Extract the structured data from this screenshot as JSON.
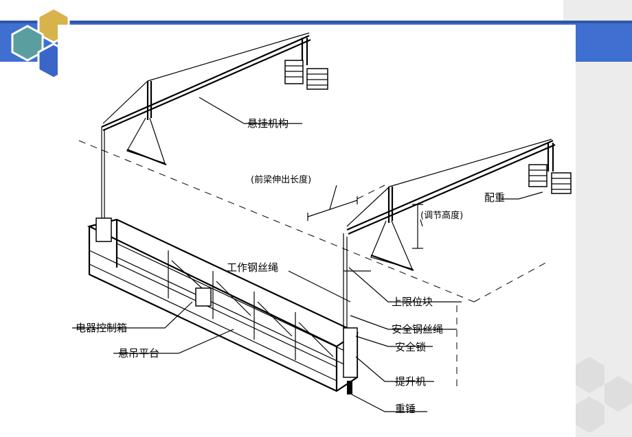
{
  "labels": {
    "suspension_mechanism": "悬挂机构",
    "front_beam_extension": "(前梁伸出长度)",
    "counterweight": "配重",
    "adjust_height": "(调节高度)",
    "working_wire_rope": "工作钢丝绳",
    "upper_limit_block": "上限位块",
    "safety_wire_rope": "安全钢丝绳",
    "safety_lock": "安全锁",
    "electrical_control_box": "电器控制箱",
    "suspended_platform": "悬吊平台",
    "hoist": "提升机",
    "heavy_hammer": "重锤"
  },
  "colors": {
    "theme_blue": "#3f6fd0",
    "hex_teal": "#5a9ea0",
    "hex_yellow": "#d8b24a",
    "hex_blue": "#3a66c8",
    "side_panel": "#ececec"
  }
}
